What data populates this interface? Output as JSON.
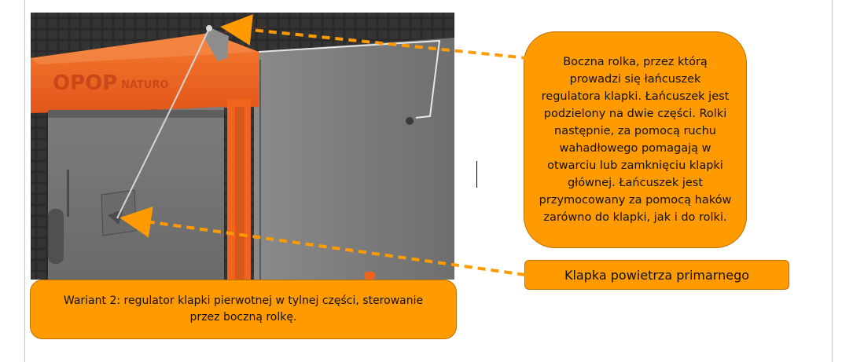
{
  "photo": {
    "brand_text": "OPOP",
    "model_text": "NATURO"
  },
  "callouts": {
    "roller": "Boczna rolka, przez którą prowadzi się łańcuszek regulatora klapki. Łańcuszek jest podzielony na dwie części.  Rolki następnie, za pomocą ruchu wahadłowego pomagają w otwarciu lub zamknięciu klapki głównej.  Łańcuszek jest przymocowany za pomocą haków zarówno do klapki, jak i do rolki.",
    "flap": "Klapka powietrza primarnego",
    "variant": "Wariant 2: regulator klapki pierwotnej w tylnej części, sterowanie przez boczną rolkę."
  },
  "colors": {
    "callout_fill": "#ff9b00",
    "callout_border": "#bf6f00",
    "boiler_orange": "#f0641e",
    "boiler_grey": "#7a7a7a"
  }
}
